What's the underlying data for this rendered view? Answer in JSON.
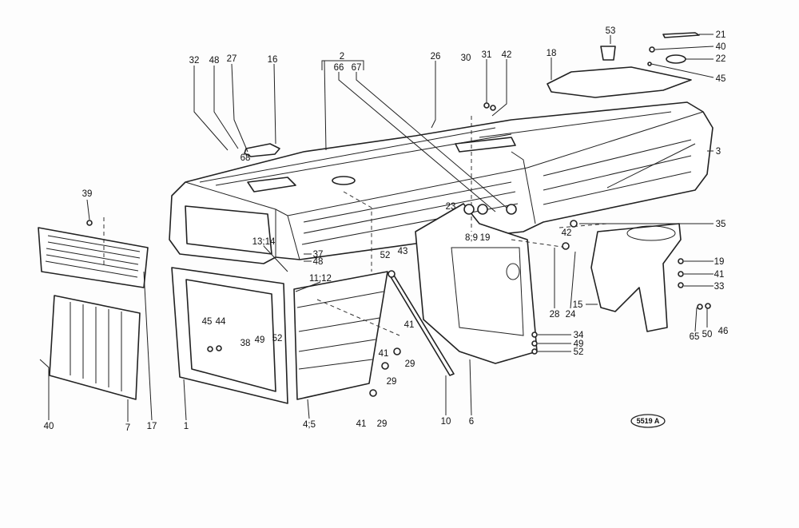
{
  "diagram": {
    "drawing_code": "5519 A",
    "labels": {
      "l32": "32",
      "l48a": "48",
      "l27": "27",
      "l16": "16",
      "l2": "2",
      "l66": "66",
      "l67": "67",
      "l26": "26",
      "l30": "30",
      "l31": "31",
      "l42a": "42",
      "l53": "53",
      "l21": "21",
      "l40a": "40",
      "l22": "22",
      "l45a": "45",
      "l18": "18",
      "l3": "3",
      "l39": "39",
      "l68": "68",
      "l23": "23",
      "l89": "8;9",
      "l19a": "19",
      "l35": "35",
      "l42b": "42",
      "l1314": "13;14",
      "l37": "37",
      "l48b": "48",
      "l52a": "52",
      "l43": "43",
      "l1112": "11;12",
      "l19b": "19",
      "l41a": "41",
      "l33": "33",
      "l15": "15",
      "l28": "28",
      "l24": "24",
      "l45b": "45",
      "l44": "44",
      "l38": "38",
      "l49a": "49",
      "l52b": "52",
      "l41b": "41",
      "l41c": "41",
      "l29a": "29",
      "l29b": "29",
      "l34": "34",
      "l49b": "49",
      "l52c": "52",
      "l65": "65",
      "l50": "50",
      "l46": "46",
      "l40b": "40",
      "l7": "7",
      "l17": "17",
      "l1": "1",
      "l45c": "4;5",
      "l41d": "41",
      "l29c": "29",
      "l10": "10",
      "l6": "6"
    }
  }
}
